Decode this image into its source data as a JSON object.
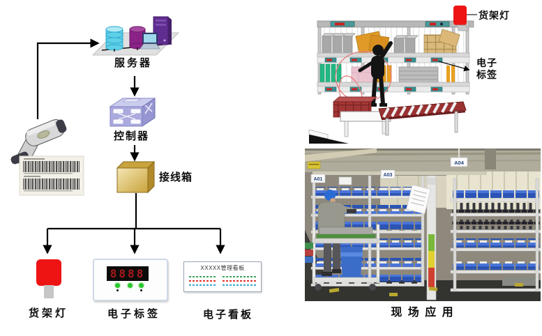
{
  "diagram": {
    "server_label": "服务器",
    "controller_label": "控制器",
    "junction_label": "接线箱",
    "shelf_light_label": "货架灯",
    "etag_label": "电子标签",
    "ekanban_label": "电子看板",
    "etag_display_digits": "8888",
    "kanban_title": "XXXXX管理看板"
  },
  "illustration": {
    "shelf_light_label": "货架灯",
    "etag_label_line1": "电子",
    "etag_label_line2": "标签"
  },
  "photo": {
    "caption": "现 场 应 用",
    "signs": [
      "A01",
      "A03",
      "A04"
    ]
  },
  "colors": {
    "red_light": "#ee1414",
    "led_green": "#2ec82e",
    "digit_red": "#a81a1a",
    "tag_teal": "#3a8f8f",
    "tag_display_red": "#d02020",
    "junction_gold": "#c9a33c",
    "kanban_dash_green": "#3aa05c",
    "kanban_dash_red": "#e03030",
    "kanban_dash_cyan": "#38a8d0",
    "helmet_blue": "#2b6cd4",
    "bin_blue": "#2b54b4"
  }
}
